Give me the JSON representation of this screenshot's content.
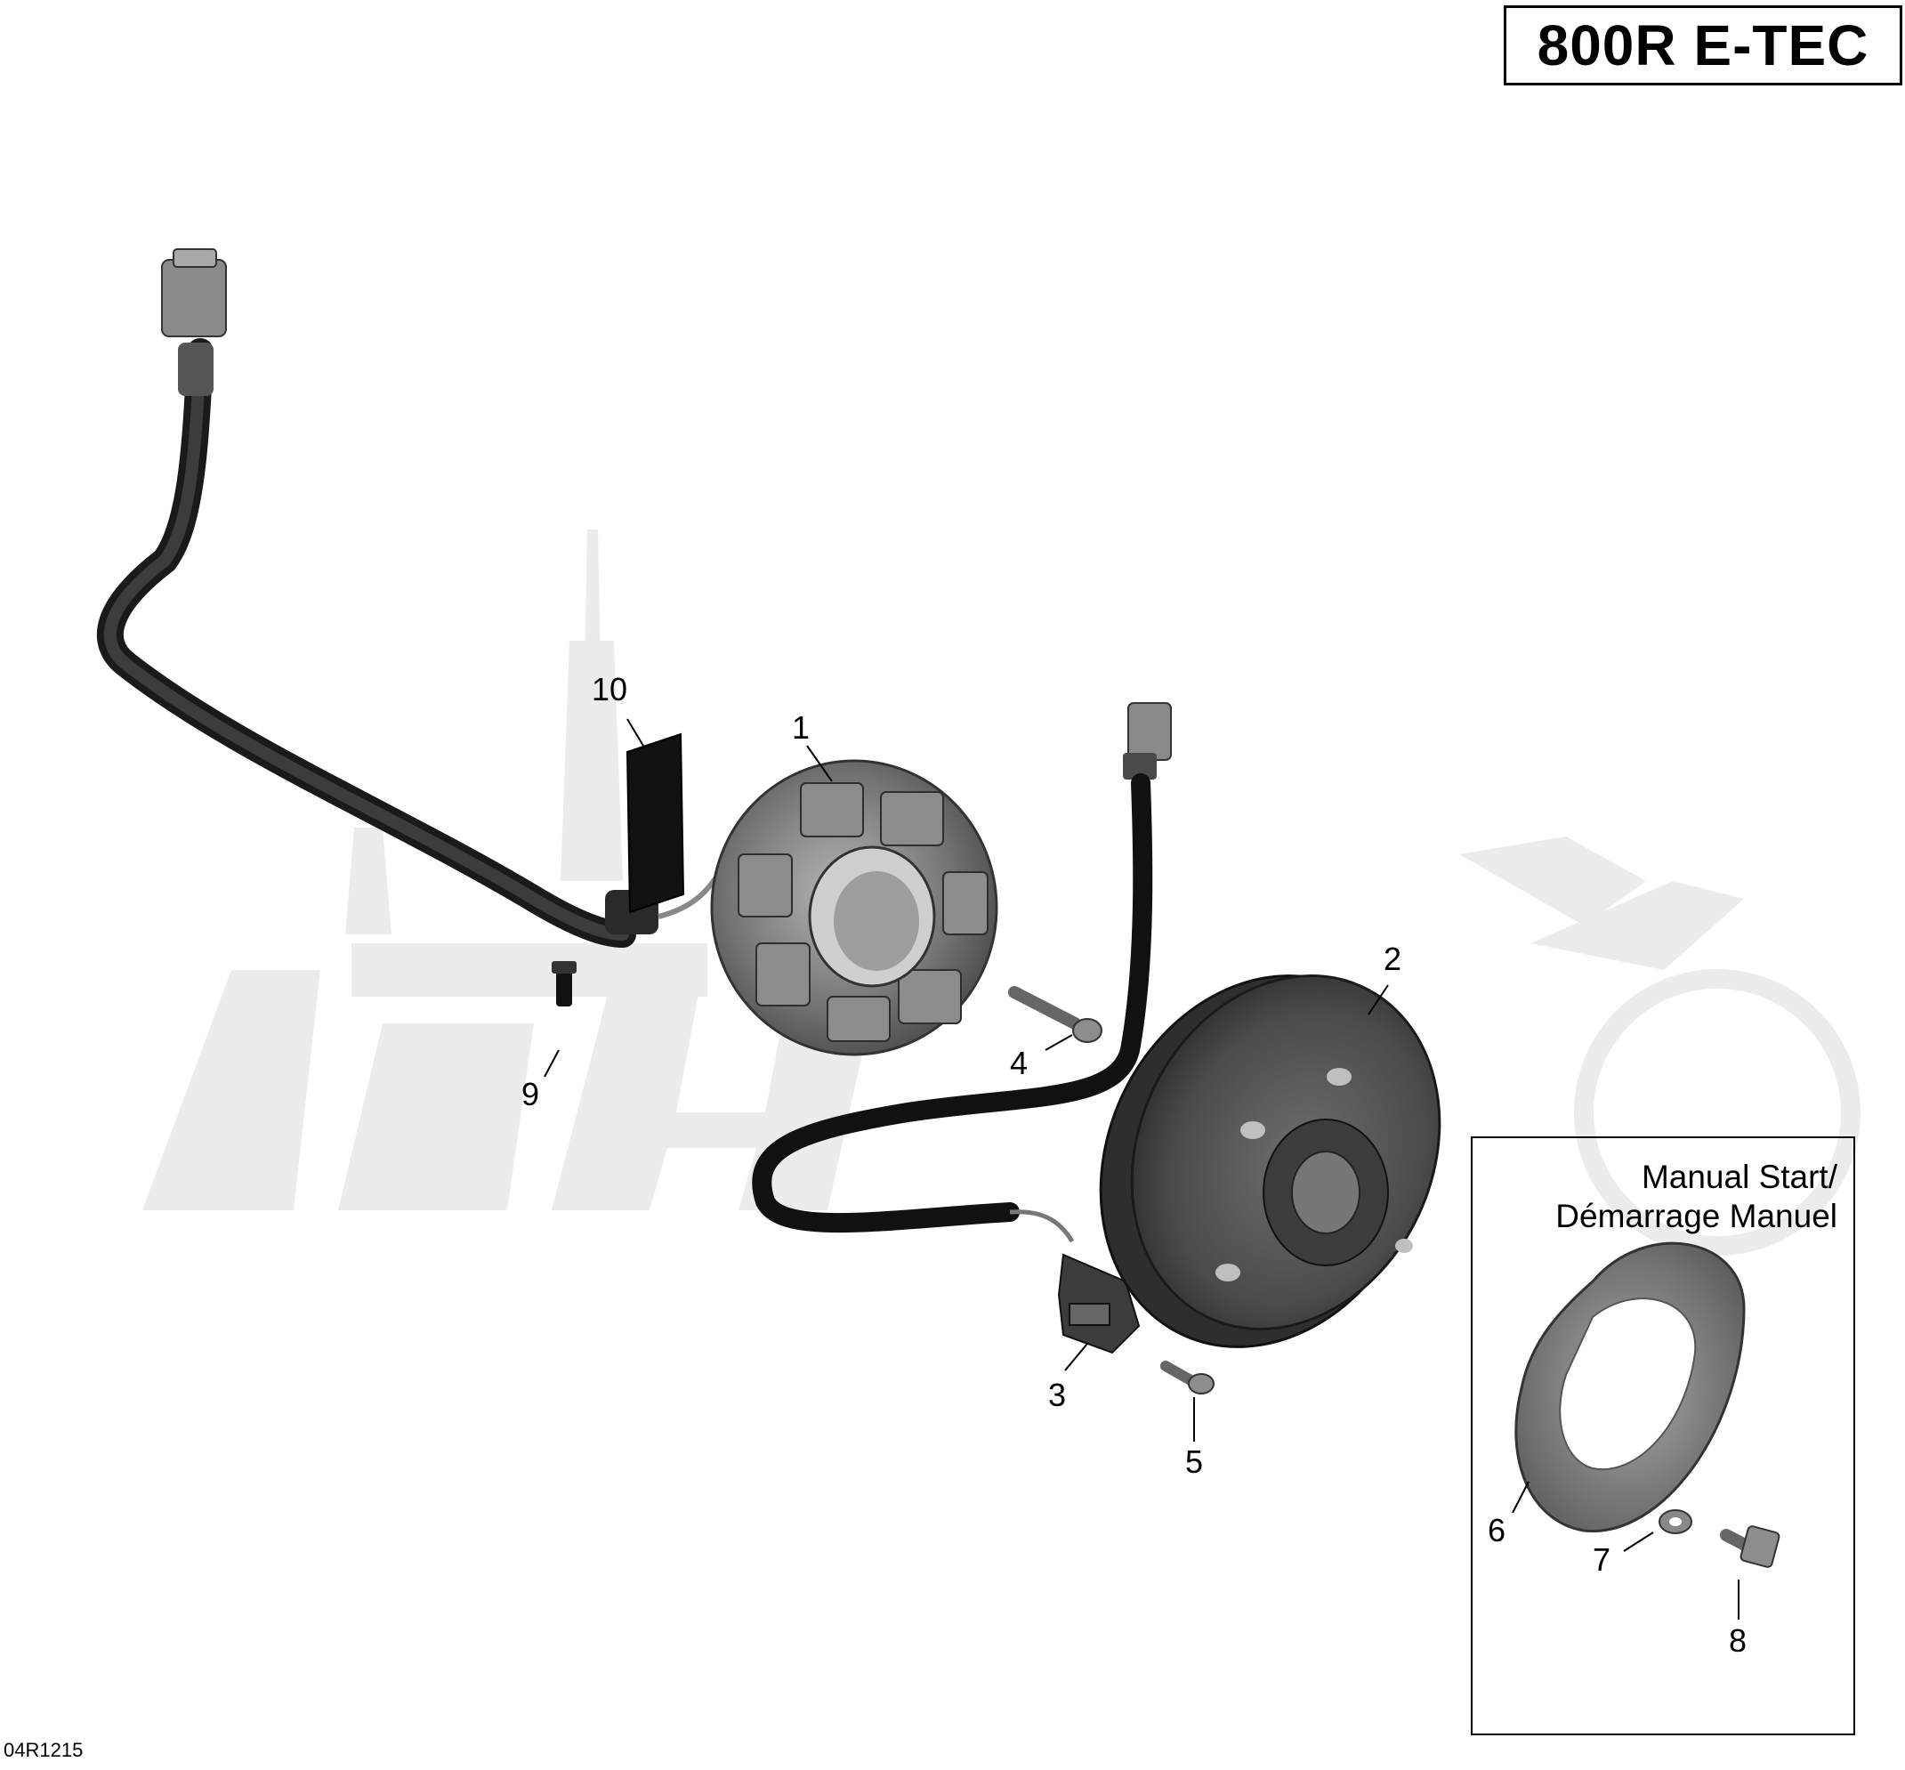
{
  "model_label": "800R E-TEC",
  "inset": {
    "title_line1": "Manual Start/",
    "title_line2": "Démarrage Manuel"
  },
  "callouts": {
    "c1": "1",
    "c2": "2",
    "c3": "3",
    "c4": "4",
    "c5": "5",
    "c6": "6",
    "c7": "7",
    "c8": "8",
    "c9": "9",
    "c10": "10"
  },
  "reference_code": "04R1215",
  "parts": [
    "stator-with-harness-icon",
    "flywheel-icon",
    "crankshaft-position-sensor-icon",
    "stator-screw-icon",
    "sensor-screw-icon",
    "starter-pulley-cup-icon",
    "washer-icon",
    "flywheel-screw-icon",
    "grommet-clip-icon",
    "foam-pad-icon"
  ],
  "colors": {
    "ink": "#000000",
    "watermark": "#e8e8e8",
    "part_dark": "#3a3a3a",
    "part_mid": "#6b6b6b",
    "part_light": "#9a9a9a"
  }
}
